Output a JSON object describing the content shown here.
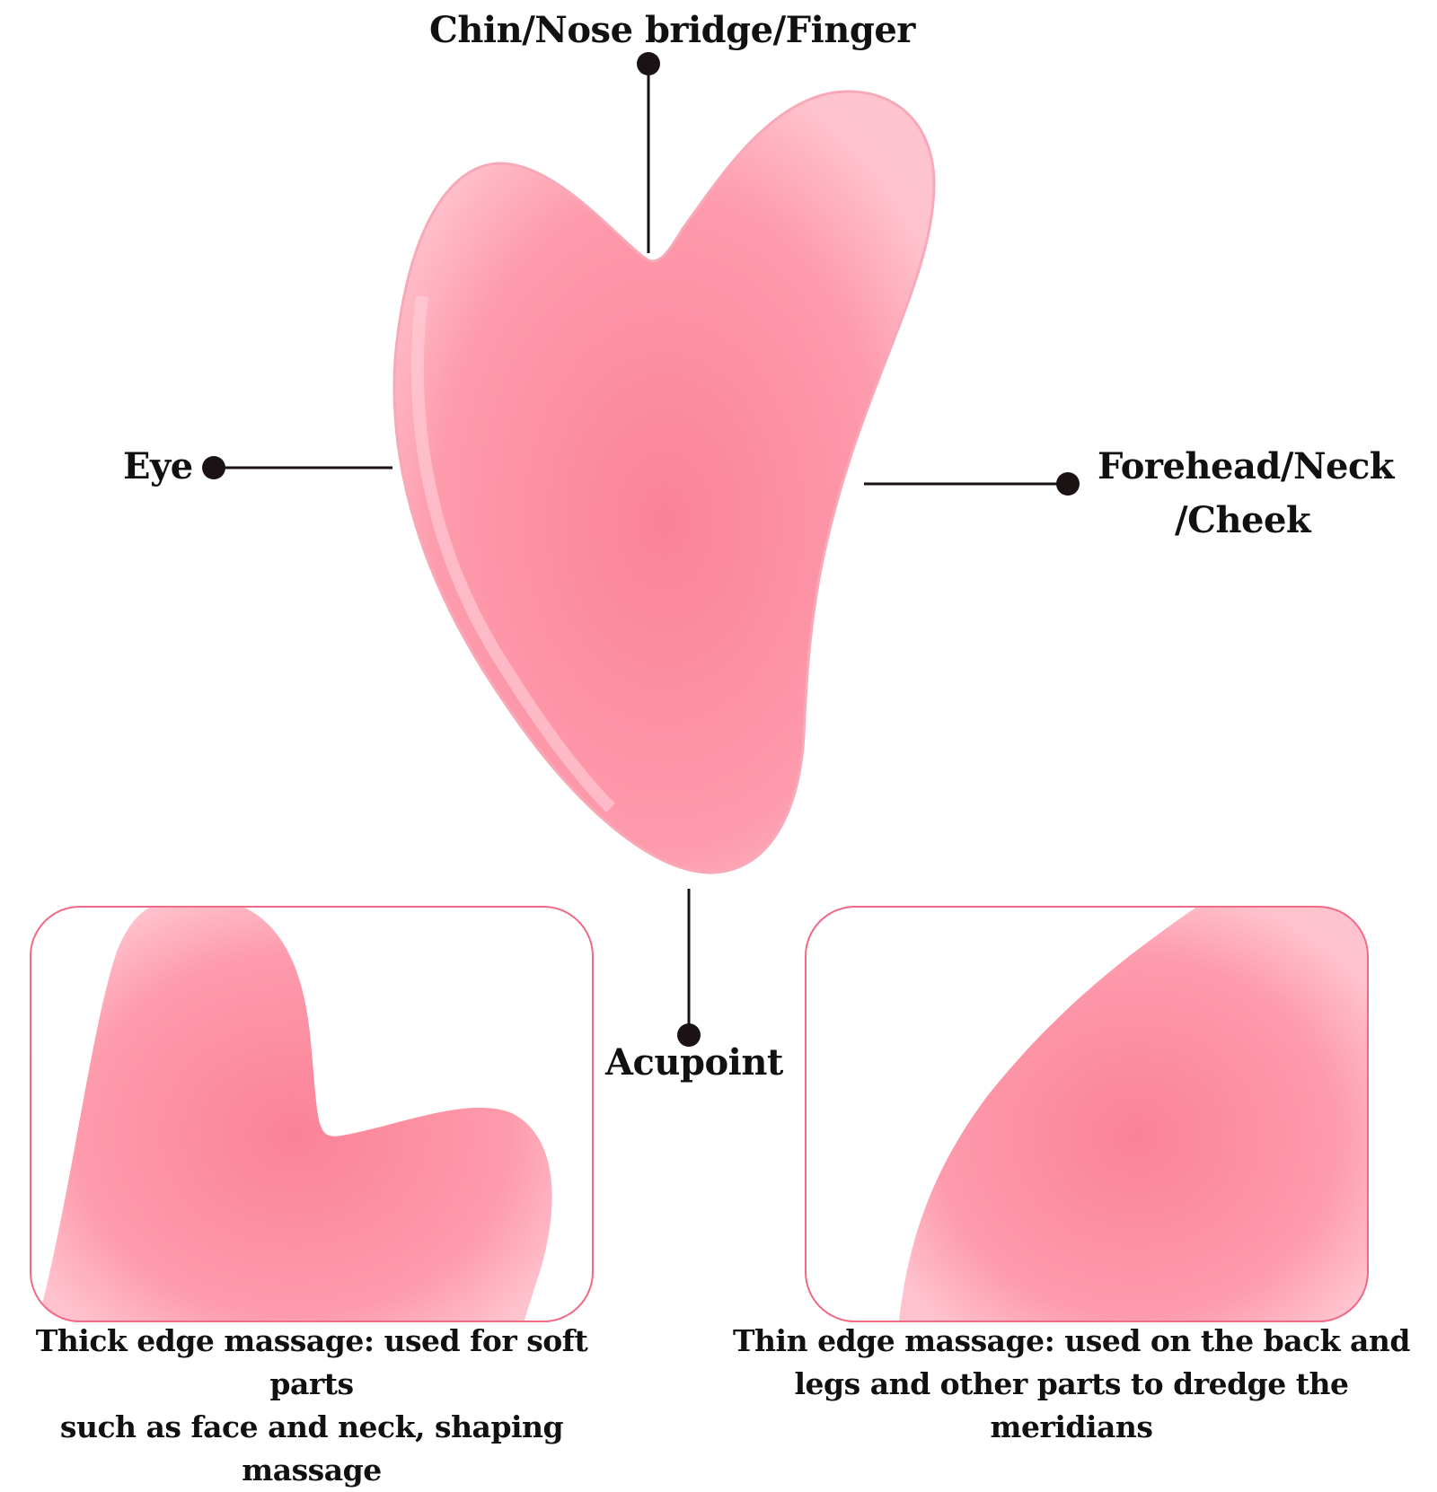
{
  "labels": {
    "top": "Chin/Nose bridge/Finger",
    "left": "Eye",
    "right_line1": "Forehead/Neck",
    "right_line2": "/Cheek",
    "bottom": "Acupoint"
  },
  "captions": {
    "thick_line1": "Thick edge massage: used for soft parts",
    "thick_line2": "such as face and neck, shaping massage",
    "thin_line1": "Thin edge massage: used on the back and",
    "thin_line2": "legs and other parts to dredge the meridians"
  },
  "colors": {
    "stone": "#fb8a9c",
    "stone_light": "#ffc7d2",
    "frame": "#f06a86",
    "ink": "#1a1213"
  }
}
